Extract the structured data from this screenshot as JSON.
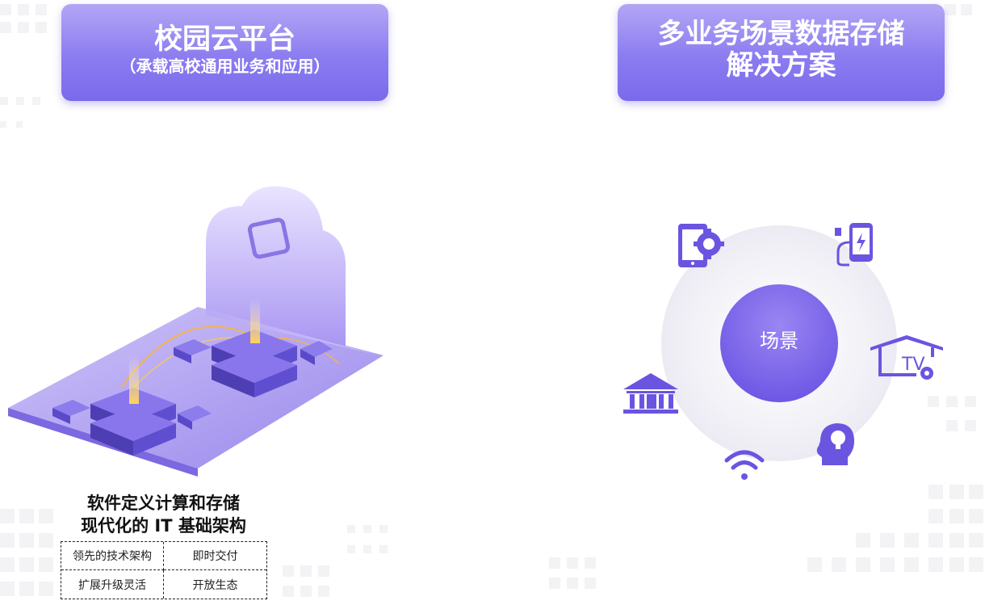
{
  "left_banner": {
    "title": "校园云平台",
    "subtitle": "（承载高校通用业务和应用）"
  },
  "right_banner": {
    "title_line1": "多业务场景数据存储",
    "title_line2": "解决方案"
  },
  "caption": {
    "line1": "软件定义计算和存储",
    "line2": "现代化的 IT 基础架构"
  },
  "features": [
    "领先的技术架构",
    "即时交付",
    "扩展升级灵活",
    "开放生态"
  ],
  "scene": {
    "center_label": "场景",
    "tv_label": "TV",
    "icons": [
      "phone-gear-icon",
      "charging-phone-icon",
      "smart-home-tv-icon",
      "idea-head-icon",
      "wifi-icon",
      "bank-icon"
    ]
  },
  "colors": {
    "accent": "#7b69ec",
    "banner_light": "#b3a6f5",
    "icon_purple": "#6a55e0"
  }
}
